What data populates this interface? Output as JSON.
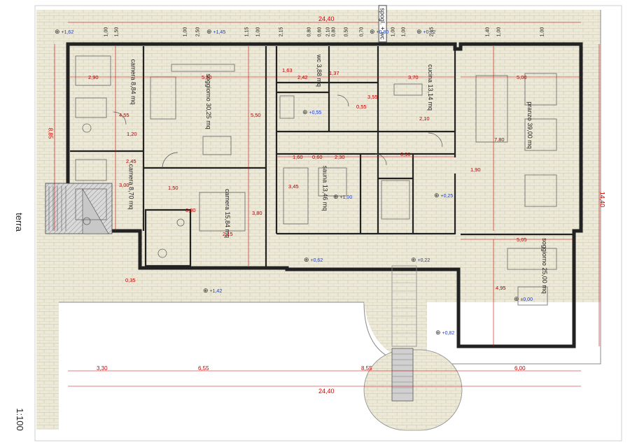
{
  "sheet": {
    "side_label": "terra",
    "scale": "1:100"
  },
  "colors": {
    "dimension": "#cc0000",
    "level": "#1a3cc8",
    "wall": "#222222",
    "pavement": "#e9e6d4",
    "pavement_line": "#c9c4a8"
  },
  "rooms": [
    {
      "id": "camera-1",
      "name": "camera",
      "area": "8,84 mq"
    },
    {
      "id": "soggiorno-1",
      "name": "soggiorno",
      "area": "30,25 mq"
    },
    {
      "id": "wc-1",
      "name": "wc",
      "area": "3,88 mq"
    },
    {
      "id": "cucina",
      "name": "cucina",
      "area": "13,14 mq"
    },
    {
      "id": "pranzo",
      "name": "pranzo",
      "area": "39,00 mq"
    },
    {
      "id": "camera-2",
      "name": "camera",
      "area": "8,70 mq"
    },
    {
      "id": "camera-3",
      "name": "camera",
      "area": "15,84 mq"
    },
    {
      "id": "sauna",
      "name": "sauna",
      "area": "13,46 mq"
    },
    {
      "id": "soggiorno-2",
      "name": "soggiorno",
      "area": "25,00 mq"
    },
    {
      "id": "spogl",
      "name": "spogl. + wc",
      "area": ""
    }
  ],
  "levels": [
    "+1,62",
    "+1,45",
    "+0,80",
    "+0,22",
    "+0,55",
    "+1,00",
    "+0,25",
    "+0,22",
    "±0,00",
    "+0,62",
    "+1,42",
    "+0,82"
  ],
  "dimensions": {
    "top_total": "24,40",
    "bottom_total": "24,40",
    "right_total": "14,40",
    "left_total": "8,85",
    "bottom_chain": [
      "3,30",
      "6,55",
      "8,55",
      "6,00"
    ],
    "top_chain": [
      "1,00",
      "1,50",
      "1,00",
      "2,50",
      "1,15",
      "1,00",
      "2,15",
      "0,80",
      "0,60",
      "2,10",
      "0,80",
      "0,50",
      "0,70",
      "1,00",
      "1,00",
      "2,15",
      "1,40",
      "1,00",
      "1,00"
    ],
    "interior": [
      "2,90",
      "5,50",
      "2,42",
      "3,70",
      "5,00",
      "4,55",
      "3,00",
      "5,50",
      "3,55",
      "7,80",
      "1,50",
      "3,80",
      "3,45",
      "1,60",
      "2,30",
      "4,95",
      "5,05",
      "2,15",
      "1,63",
      "1,37",
      "0,60",
      "2,10",
      "0,90",
      "1,20",
      "1,90",
      "0,80",
      "0,55",
      "2,45",
      "0,35"
    ]
  }
}
